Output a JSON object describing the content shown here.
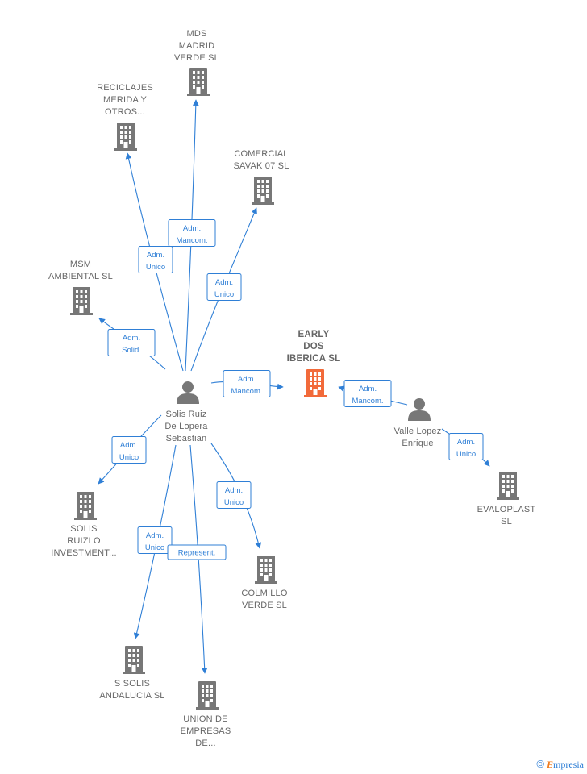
{
  "accent_color": "#2f7fd6",
  "company_color": "#777777",
  "highlight_color": "#f26a3a",
  "person_color": "#777777",
  "nodes": [
    {
      "id": "solis",
      "type": "person",
      "lines": [
        "Solis Ruiz",
        "De Lopera",
        "Sebastian"
      ]
    },
    {
      "id": "valle",
      "type": "person",
      "lines": [
        "Valle Lopez",
        "Enrique"
      ]
    },
    {
      "id": "early",
      "type": "company-main",
      "lines": [
        "EARLY",
        "DOS",
        "IBERICA  SL"
      ]
    },
    {
      "id": "mds",
      "type": "company",
      "lines": [
        "MDS",
        "MADRID",
        "VERDE  SL"
      ]
    },
    {
      "id": "reciclajes",
      "type": "company",
      "lines": [
        "RECICLAJES",
        "MERIDA Y",
        "OTROS..."
      ]
    },
    {
      "id": "comercial",
      "type": "company",
      "lines": [
        "COMERCIAL",
        "SAVAK 07  SL"
      ]
    },
    {
      "id": "msm",
      "type": "company",
      "lines": [
        "MSM",
        "AMBIENTAL  SL"
      ]
    },
    {
      "id": "solisruizlo",
      "type": "company",
      "lines": [
        "SOLIS",
        "RUIZLO",
        "INVESTMENT..."
      ]
    },
    {
      "id": "colmillo",
      "type": "company",
      "lines": [
        "COLMILLO",
        "VERDE  SL"
      ]
    },
    {
      "id": "ssolis",
      "type": "company",
      "lines": [
        "S SOLIS",
        "ANDALUCIA SL"
      ]
    },
    {
      "id": "union",
      "type": "company",
      "lines": [
        "UNION DE",
        "EMPRESAS",
        "DE..."
      ]
    },
    {
      "id": "evaloplast",
      "type": "company",
      "lines": [
        "EVALOPLAST",
        "SL"
      ]
    }
  ],
  "edges": [
    {
      "from": "solis",
      "to": "mds",
      "lines": [
        "Adm.",
        "Mancom."
      ]
    },
    {
      "from": "solis",
      "to": "reciclajes",
      "lines": [
        "Adm.",
        "Unico"
      ]
    },
    {
      "from": "solis",
      "to": "comercial",
      "lines": [
        "Adm.",
        "Unico"
      ]
    },
    {
      "from": "solis",
      "to": "msm",
      "lines": [
        "Adm.",
        "Solid."
      ]
    },
    {
      "from": "solis",
      "to": "early",
      "lines": [
        "Adm.",
        "Mancom."
      ]
    },
    {
      "from": "valle",
      "to": "early",
      "lines": [
        "Adm.",
        "Mancom."
      ]
    },
    {
      "from": "valle",
      "to": "evaloplast",
      "lines": [
        "Adm.",
        "Unico"
      ]
    },
    {
      "from": "solis",
      "to": "solisruizlo",
      "lines": [
        "Adm.",
        "Unico"
      ]
    },
    {
      "from": "solis",
      "to": "colmillo",
      "lines": [
        "Adm.",
        "Unico"
      ]
    },
    {
      "from": "solis",
      "to": "ssolis",
      "lines": [
        "Adm.",
        "Unico"
      ]
    },
    {
      "from": "solis",
      "to": "union",
      "lines": [
        "Represent."
      ]
    }
  ],
  "footer": {
    "copyright": "©",
    "brand_initial": "E",
    "brand_rest": "mpresia"
  }
}
